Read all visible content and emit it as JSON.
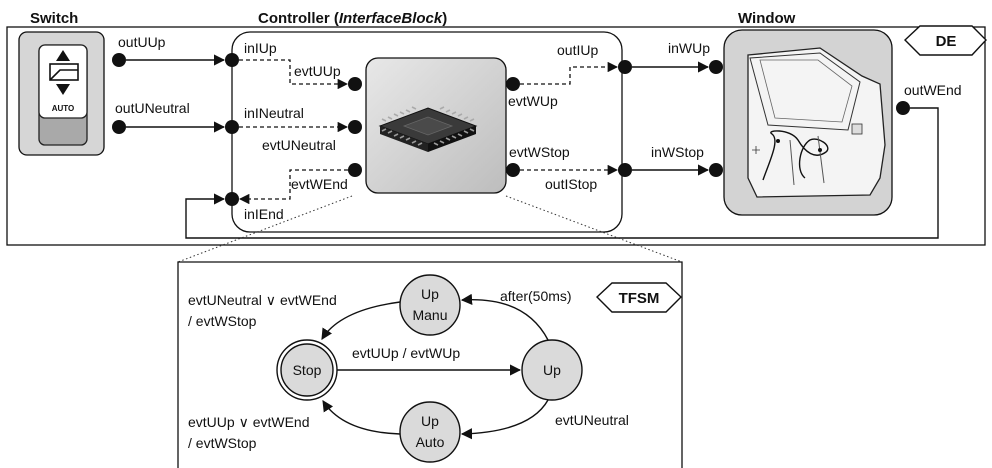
{
  "blocks": {
    "switch": {
      "title": "Switch",
      "button_label": "AUTO"
    },
    "controller": {
      "title": "Controller (",
      "title_italic": "InterfaceBlock",
      "title_end": ")"
    },
    "window": {
      "title": "Window"
    }
  },
  "badges": {
    "de": "DE",
    "tfsm": "TFSM"
  },
  "ports": {
    "outUUp": "outUUp",
    "outUNeutral": "outUNeutral",
    "inIUp": "inIUp",
    "inINeutral": "inINeutral",
    "inIEnd": "inIEnd",
    "outIUp": "outIUp",
    "outIStop": "outIStop",
    "inWUp": "inWUp",
    "inWStop": "inWStop",
    "outWEnd": "outWEnd"
  },
  "events": {
    "evtUUp": "evtUUp",
    "evtUNeutral": "evtUNeutral",
    "evtWEnd": "evtWEnd",
    "evtWUp": "evtWUp",
    "evtWStop": "evtWStop"
  },
  "fsm": {
    "states": {
      "stop": "Stop",
      "up_manu_1": "Up",
      "up_manu_2": "Manu",
      "up": "Up",
      "up_auto_1": "Up",
      "up_auto_2": "Auto"
    },
    "transitions": {
      "manu_to_stop_1": "evtUNeutral ∨ evtWEnd",
      "manu_to_stop_2": "/ evtWStop",
      "stop_to_up": "evtUUp / evtWUp",
      "up_to_manu": "after(50ms)",
      "up_to_auto": "evtUNeutral",
      "auto_to_stop_1": "evtUUp ∨ evtWEnd",
      "auto_to_stop_2": "/ evtWStop"
    }
  }
}
